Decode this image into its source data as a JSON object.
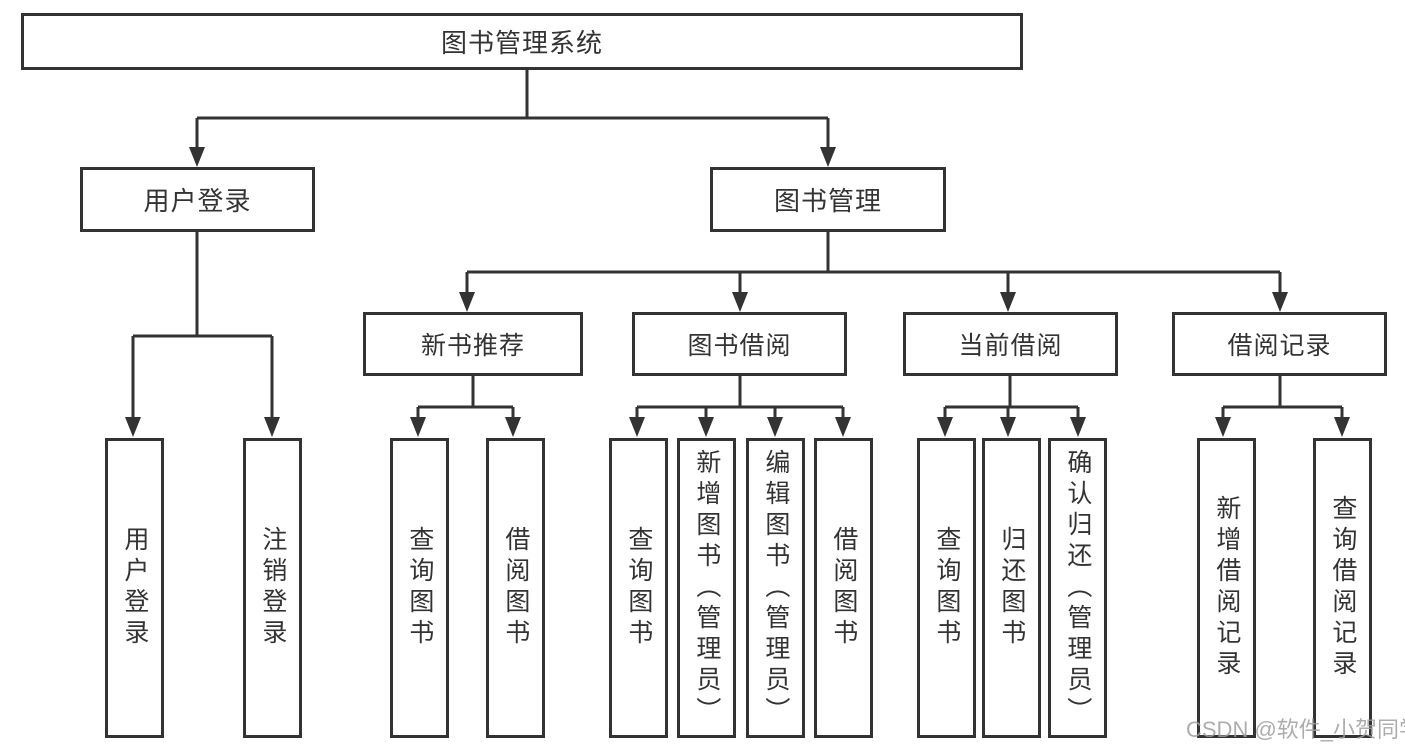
{
  "tree": {
    "root": {
      "label": "图书管理系统"
    },
    "level2": [
      {
        "id": "user-login",
        "label": "用户登录"
      },
      {
        "id": "book-management",
        "label": "图书管理"
      }
    ],
    "level3": [
      {
        "id": "new-book-recommend",
        "parent": "book-management",
        "label": "新书推荐"
      },
      {
        "id": "book-borrow",
        "parent": "book-management",
        "label": "图书借阅"
      },
      {
        "id": "current-borrow",
        "parent": "book-management",
        "label": "当前借阅"
      },
      {
        "id": "borrow-records",
        "parent": "book-management",
        "label": "借阅记录"
      }
    ],
    "leaves": [
      {
        "parent": "user-login",
        "label": "用户登录"
      },
      {
        "parent": "user-login",
        "label": "注销登录"
      },
      {
        "parent": "new-book-recommend",
        "label": "查询图书"
      },
      {
        "parent": "new-book-recommend",
        "label": "借阅图书"
      },
      {
        "parent": "book-borrow",
        "label": "查询图书"
      },
      {
        "parent": "book-borrow",
        "label": "新增图书（管理员）"
      },
      {
        "parent": "book-borrow",
        "label": "编辑图书（管理员）"
      },
      {
        "parent": "book-borrow",
        "label": "借阅图书"
      },
      {
        "parent": "current-borrow",
        "label": "查询图书"
      },
      {
        "parent": "current-borrow",
        "label": "归还图书"
      },
      {
        "parent": "current-borrow",
        "label": "确认归还（管理员）"
      },
      {
        "parent": "borrow-records",
        "label": "新增借阅记录"
      },
      {
        "parent": "borrow-records",
        "label": "查询借阅记录"
      }
    ]
  },
  "colors": {
    "line": "#333333",
    "box_border": "#333333",
    "box_background": "#ffffff",
    "text": "#333333",
    "watermark": "#9f9f9f"
  },
  "watermark": {
    "text": "CSDN @软件_小贺同学"
  }
}
